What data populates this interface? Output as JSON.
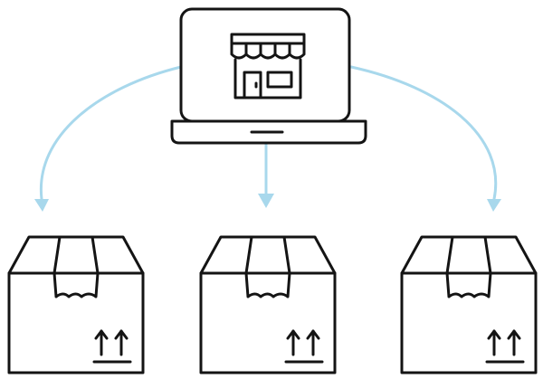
{
  "colors": {
    "line": "#141414",
    "arrow": "#a8d8ec",
    "background": "#ffffff"
  },
  "nodes": {
    "source": {
      "icon": "laptop-with-storefront-icon"
    },
    "targets": [
      {
        "icon": "shipping-box-icon"
      },
      {
        "icon": "shipping-box-icon"
      },
      {
        "icon": "shipping-box-icon"
      }
    ]
  },
  "edges": [
    {
      "from": "source",
      "to": 0,
      "icon": "curved-arrow-icon"
    },
    {
      "from": "source",
      "to": 1,
      "icon": "straight-arrow-icon"
    },
    {
      "from": "source",
      "to": 2,
      "icon": "curved-arrow-icon"
    }
  ]
}
